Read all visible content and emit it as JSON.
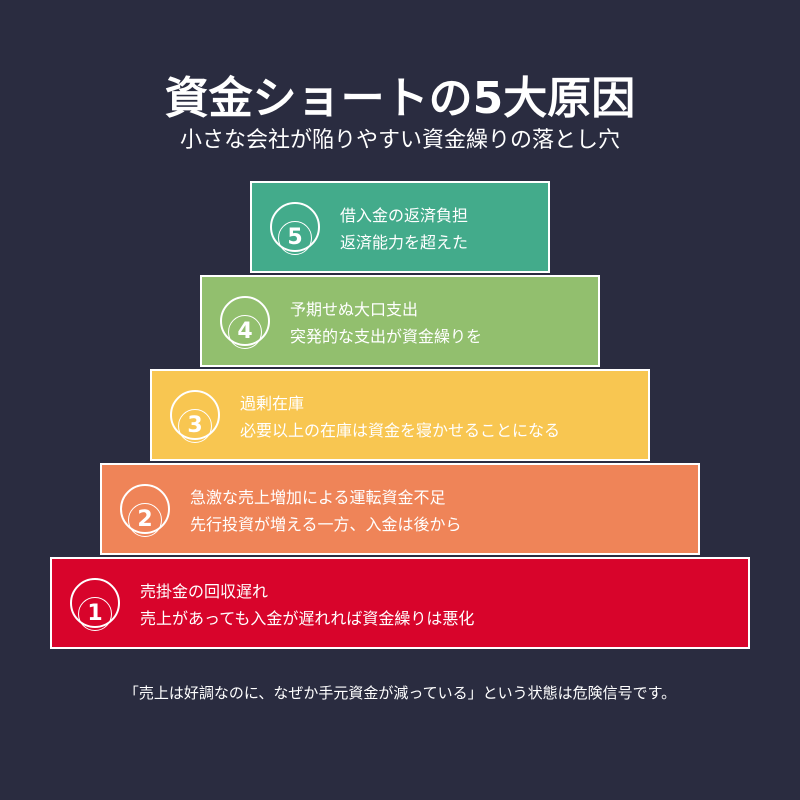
{
  "title": "資金ショートの5大原因",
  "subtitle": "小さな会社が陥りやすい資金繰りの落とし穴",
  "tiers": [
    {
      "num": "5",
      "heading": "借入金の返済負担",
      "desc": "返済能力を超えた",
      "color": "#43ab8b"
    },
    {
      "num": "4",
      "heading": "予期せぬ大口支出",
      "desc": "突発的な支出が資金繰りを",
      "color": "#92bf6e"
    },
    {
      "num": "3",
      "heading": "過剰在庫",
      "desc": "必要以上の在庫は資金を寝かせることになる",
      "color": "#f8c651"
    },
    {
      "num": "2",
      "heading": "急激な売上増加による運転資金不足",
      "desc": "先行投資が増える一方、入金は後から",
      "color": "#ef8458"
    },
    {
      "num": "1",
      "heading": "売掛金の回収遅れ",
      "desc": "売上があっても入金が遅れれば資金繰りは悪化",
      "color": "#d8042b"
    }
  ],
  "footer": "「売上は好調なのに、なぜか手元資金が減っている」という状態は危険信号です。"
}
